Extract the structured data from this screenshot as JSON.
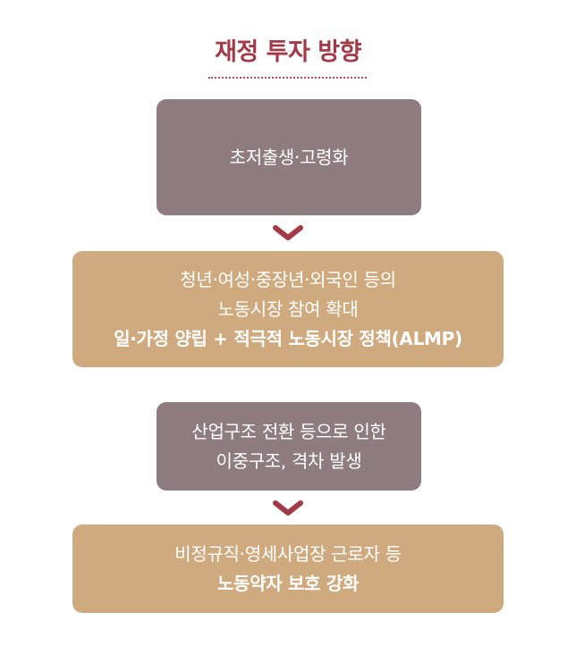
{
  "title": "재정 투자 방향",
  "colors": {
    "title": "#a33a48",
    "arrow": "#a33a48",
    "box_gray": "#8e7c80",
    "box_tan": "#cfaa7f",
    "box_text": "#ffffff"
  },
  "boxes": [
    {
      "lines": [
        "초저출생·고령화"
      ]
    },
    {
      "lines": [
        "청년·여성·중장년·외국인 등의",
        "노동시장 참여 확대",
        "일·가정 양립 + 적극적 노동시장 정책(ALMP)"
      ]
    },
    {
      "lines": [
        "산업구조 전환 등으로 인한",
        "이중구조, 격차 발생"
      ]
    },
    {
      "lines": [
        "비정규직·영세사업장 근로자 등",
        "노동약자 보호 강화"
      ]
    }
  ],
  "arrows": [
    {
      "icon": "chevron-down-icon"
    },
    {
      "icon": "chevron-down-icon"
    }
  ]
}
